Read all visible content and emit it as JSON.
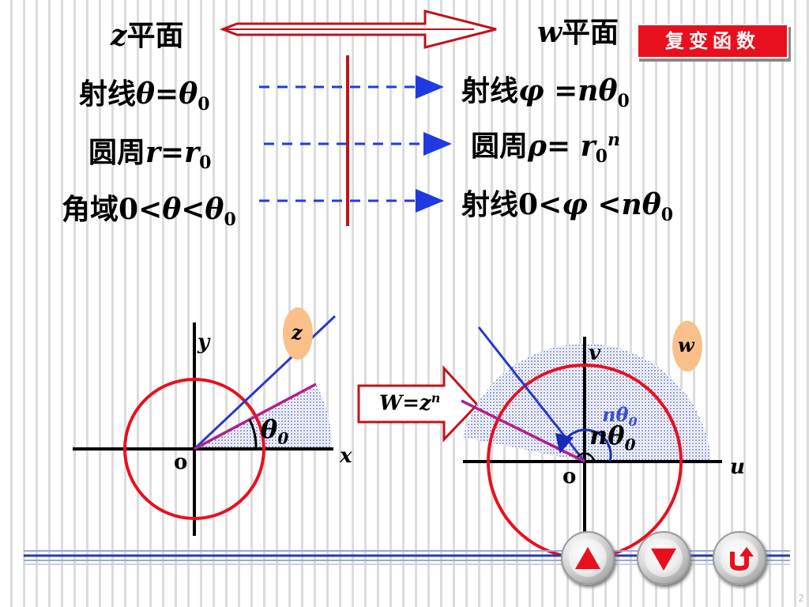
{
  "header": {
    "z_var": "z",
    "z_plane": "平面",
    "w_var": "w",
    "w_plane": "平面",
    "badge": "复变函数"
  },
  "rows": [
    {
      "left": {
        "word": "射线",
        "sym": "θ",
        "op": "=",
        "sym2": "θ",
        "sub": "0"
      },
      "right": {
        "word": "射线",
        "sym": "φ",
        "op": " =",
        "n": "n",
        "sym2": "θ",
        "sub": "0"
      }
    },
    {
      "left": {
        "word": "圆周",
        "sym": "r",
        "op": "=",
        "sym2": "r",
        "sub": "0"
      },
      "right": {
        "word": "圆周",
        "sym": "ρ",
        "op": "= ",
        "sym2": "r",
        "sub": "0",
        "sup": "n"
      }
    },
    {
      "left": {
        "word": "角域",
        "pre": "0<",
        "sym": "θ",
        "op": "<",
        "sym2": "θ",
        "sub": "0"
      },
      "right": {
        "word": "射线",
        "pre": "0<",
        "sym": "φ",
        "op": " <",
        "n": "n",
        "sym2": "θ",
        "sub": "0"
      }
    }
  ],
  "left_plot": {
    "x_label": "x",
    "y_label": "y",
    "origin": "o",
    "plane_tag": "z",
    "angle_sym": "θ",
    "angle_sub": "0"
  },
  "mapping": {
    "text": "W=z",
    "sup": "n"
  },
  "right_plot": {
    "u_label": "u",
    "v_label": "v",
    "origin": "o",
    "plane_tag": "w",
    "n": "n",
    "angle_sym": "θ",
    "angle_sub": "0"
  },
  "nav": {
    "prev": "prev-page",
    "next": "next-page",
    "back": "return"
  },
  "page": "2",
  "colors": {
    "circle": "#e8101e",
    "ray": "#1a2ab8",
    "edge": "#b0208a",
    "shade": "#4a5cc8",
    "arrow": "#1f3be0"
  }
}
